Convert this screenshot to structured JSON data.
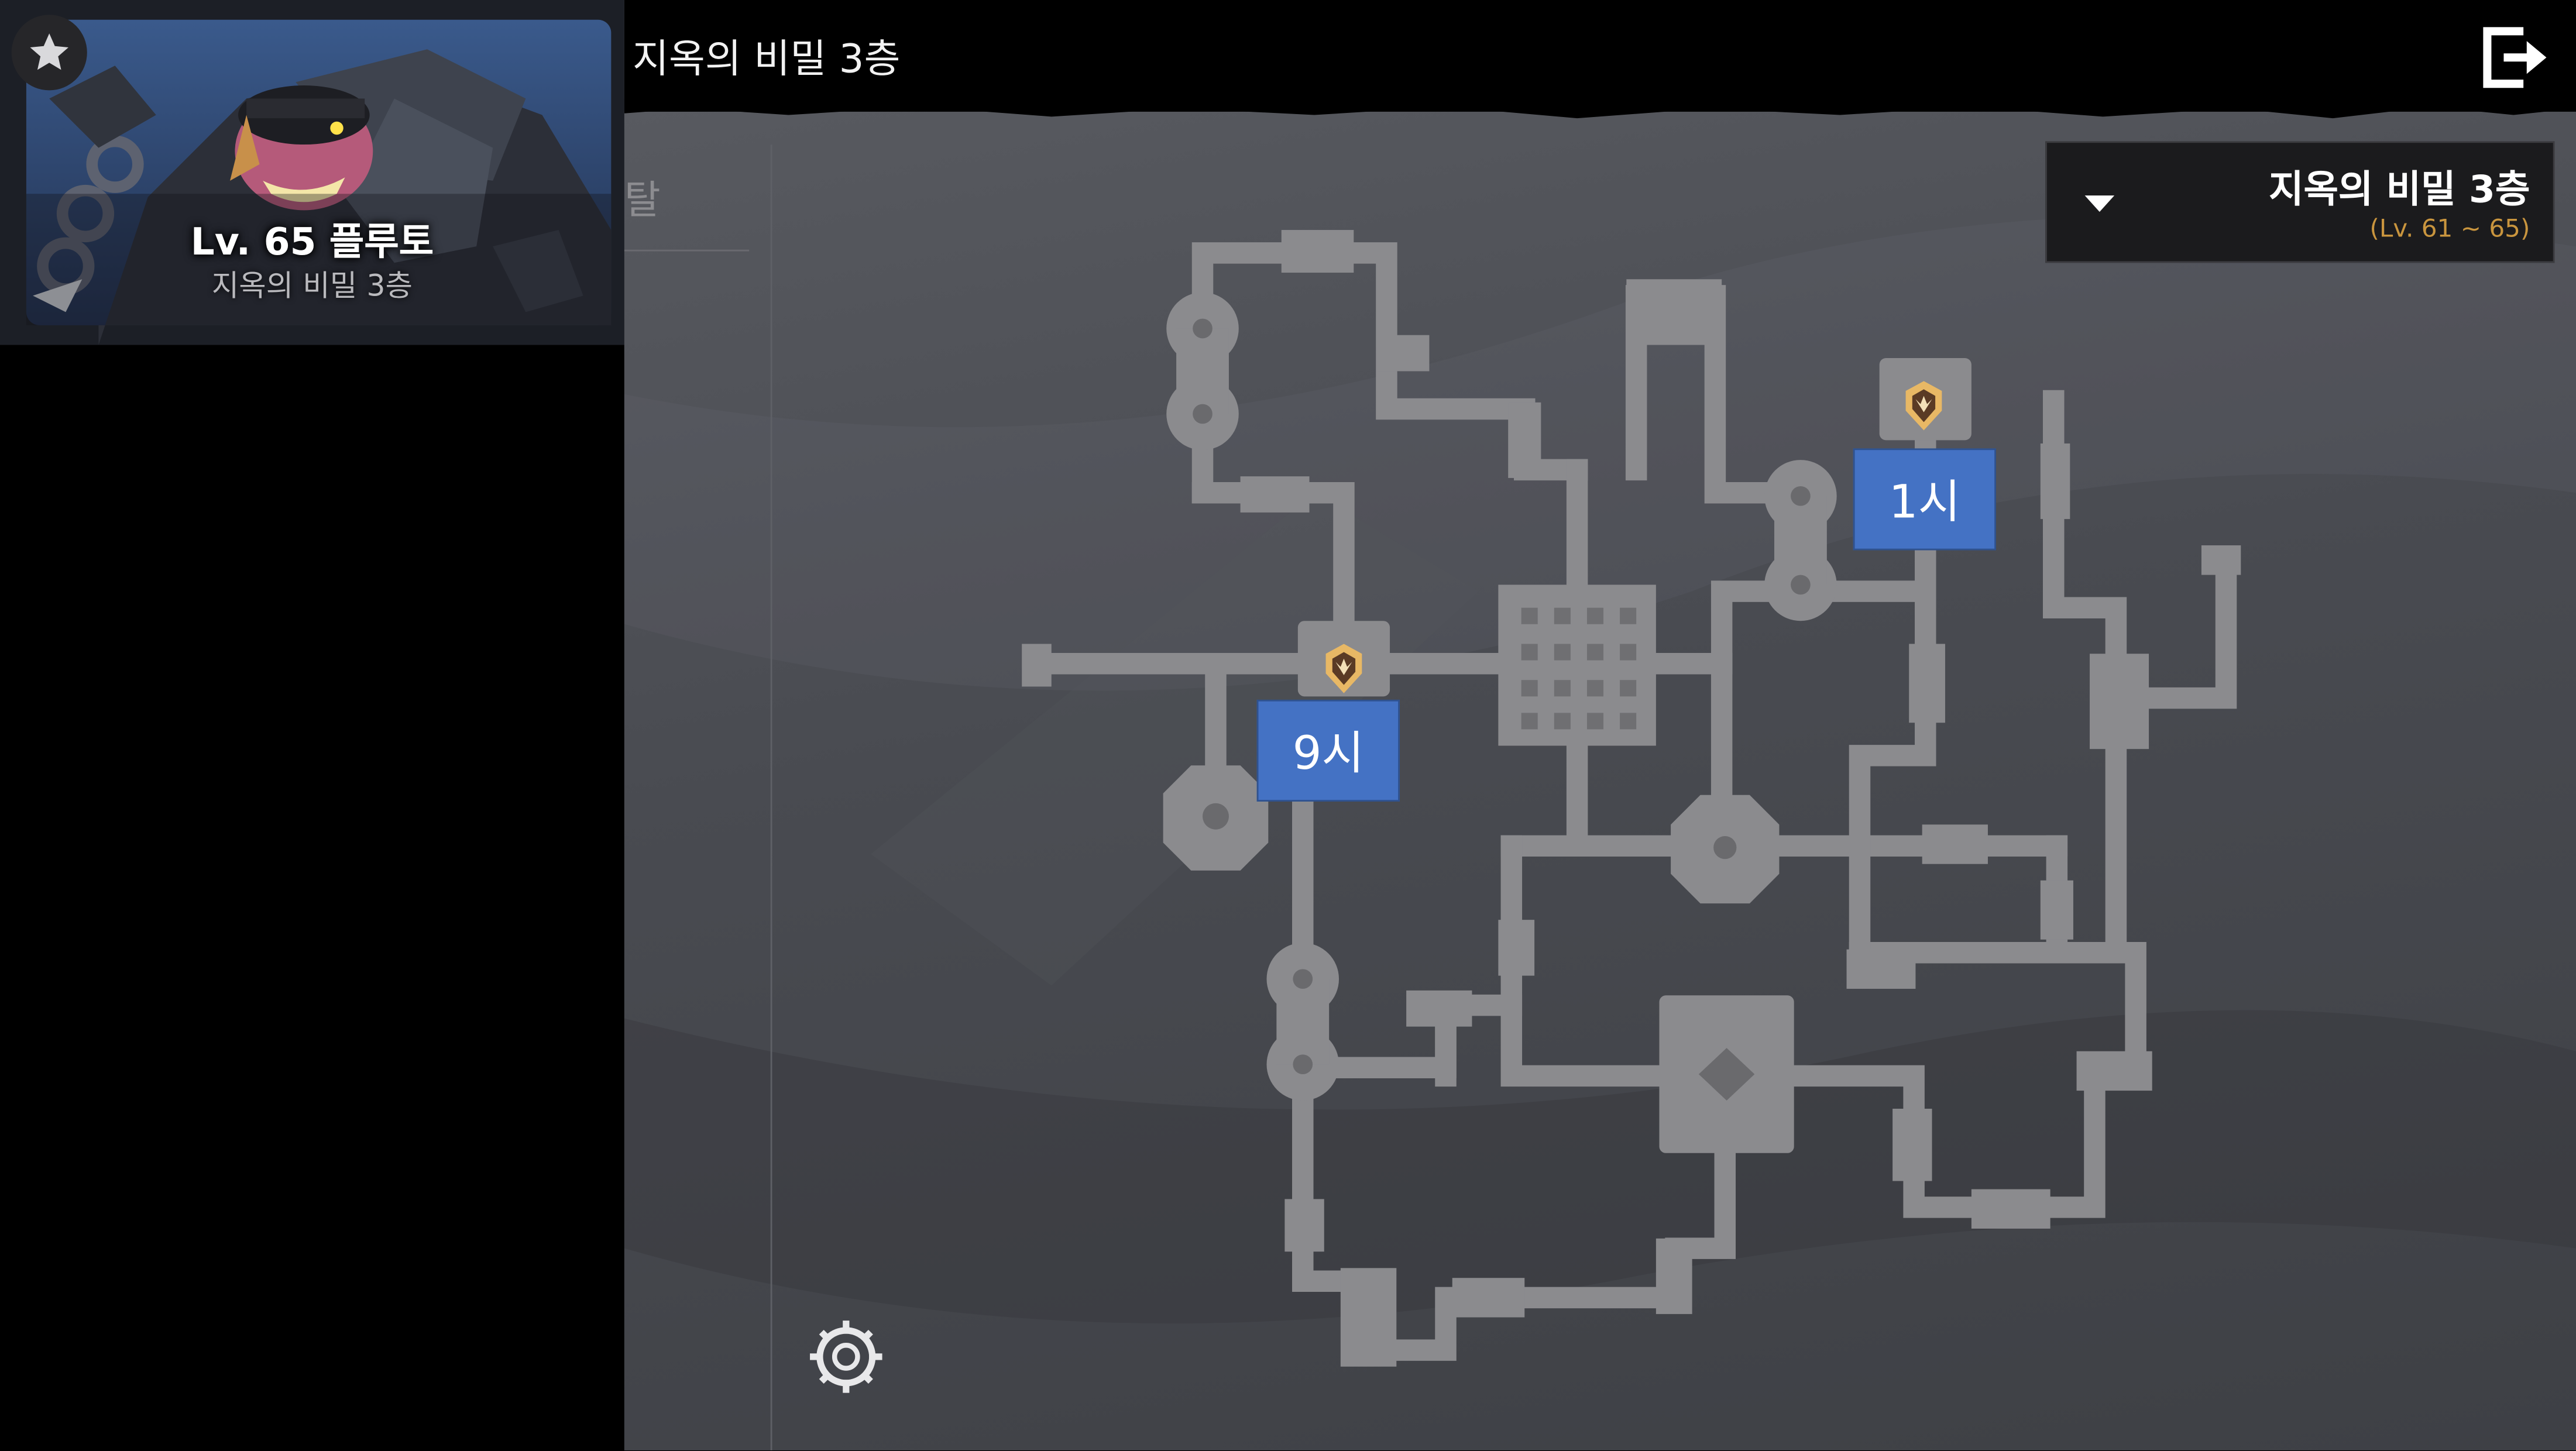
{
  "boss": {
    "level_name": "Lv. 65 플루토",
    "zone": "지옥의 비밀 3층",
    "favorite_icon": "star-icon"
  },
  "header": {
    "title": "지옥의 비밀 3층",
    "exit_icon": "exit-icon"
  },
  "side_tab": {
    "label": "탈"
  },
  "zone_selector": {
    "selected": "지옥의 비밀 3층",
    "level_range": "(Lv. 61 ~ 65)",
    "icon": "dropdown-arrow-icon"
  },
  "map": {
    "spawn_markers": [
      {
        "icon": "boss-spawn-icon",
        "label": "1시"
      },
      {
        "icon": "boss-spawn-icon",
        "label": "9시"
      }
    ],
    "settings_icon": "gear-icon"
  },
  "colors": {
    "label_blue": "#4472c4",
    "map_path": "#8a8a8d",
    "level_range_gold": "#c9953e"
  }
}
